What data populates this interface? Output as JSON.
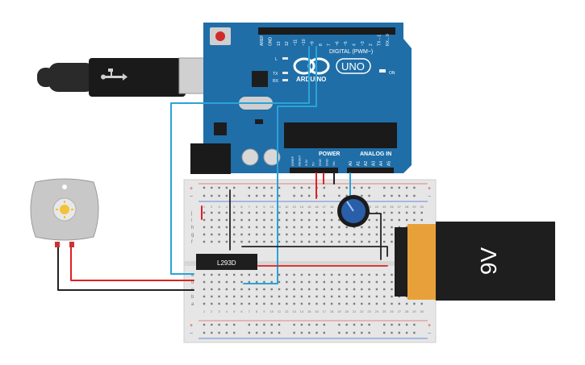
{
  "arduino": {
    "model": "UNO",
    "brand": "ARDUINO",
    "digital_label": "DIGITAL (PWM~)",
    "power_label": "POWER",
    "analog_label": "ANALOG IN",
    "on_label": "ON",
    "l_label": "L",
    "tx_label": "TX",
    "rx_label": "RX",
    "digital_pins": [
      "AREF",
      "GND",
      "13",
      "12",
      "~11",
      "~10",
      "~9",
      "8",
      "7",
      "~6",
      "~5",
      "4",
      "~3",
      "2",
      "TX→1",
      "RX←0"
    ],
    "power_pins": [
      "IOREF",
      "RESET",
      "3.3V",
      "5V",
      "GND",
      "GND",
      "Vin"
    ],
    "analog_pins": [
      "A0",
      "A1",
      "A2",
      "A3",
      "A4",
      "A5"
    ]
  },
  "breadboard": {
    "row_letters_top": [
      "j",
      "i",
      "h",
      "g",
      "f"
    ],
    "row_letters_bottom": [
      "e",
      "d",
      "c",
      "b",
      "a"
    ],
    "columns": [
      "1",
      "2",
      "3",
      "4",
      "5",
      "6",
      "7",
      "8",
      "9",
      "10",
      "11",
      "12",
      "13",
      "14",
      "15",
      "16",
      "17",
      "18",
      "19",
      "20",
      "21",
      "22",
      "23",
      "24",
      "25",
      "26",
      "27",
      "28",
      "29",
      "30"
    ],
    "rail_plus": "+",
    "rail_minus": "−"
  },
  "chip": {
    "label": "L293D"
  },
  "battery": {
    "label": "9V"
  },
  "colors": {
    "board_blue": "#1f6ea8",
    "wire_blue": "#2aa3d8",
    "wire_red": "#e02020",
    "wire_black": "#222222",
    "battery_orange": "#e8a13a",
    "battery_black": "#1e1e1e"
  }
}
